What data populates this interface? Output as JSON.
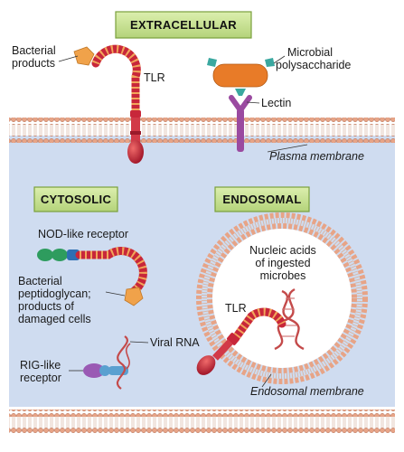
{
  "sections": {
    "extracellular": "EXTRACELLULAR",
    "cytosolic": "CYTOSOLIC",
    "endosomal": "ENDOSOMAL"
  },
  "labels": {
    "bacterial_products_1": "Bacterial",
    "bacterial_products_2": "products",
    "tlr_top": "TLR",
    "microbial_1": "Microbial",
    "microbial_2": "polysaccharide",
    "lectin": "Lectin",
    "plasma_membrane": "Plasma membrane",
    "nod_like": "NOD-like receptor",
    "bact_pep_1": "Bacterial",
    "bact_pep_2": "peptidoglycan;",
    "bact_pep_3": "products of",
    "bact_pep_4": "damaged cells",
    "nucleic_1": "Nucleic acids",
    "nucleic_2": "of ingested",
    "nucleic_3": "microbes",
    "tlr_endo": "TLR",
    "viral_rna": "Viral RNA",
    "rig_1": "RIG-like",
    "rig_2": "receptor",
    "endosomal_membrane": "Endosomal membrane"
  },
  "colors": {
    "cytoplasm": "#cfdcf0",
    "membrane_head": "#e7a487",
    "section_label_bg": "#c5e08c",
    "receptor_red": "#c8273a",
    "receptor_stripe": "#f2a65a",
    "lectin_purple": "#9a4aa0",
    "polysaccharide_orange": "#e87b28",
    "bacterial_product": "#f0a24a",
    "nod_green": "#2e9c5e",
    "dna_red": "#c44a4a"
  }
}
